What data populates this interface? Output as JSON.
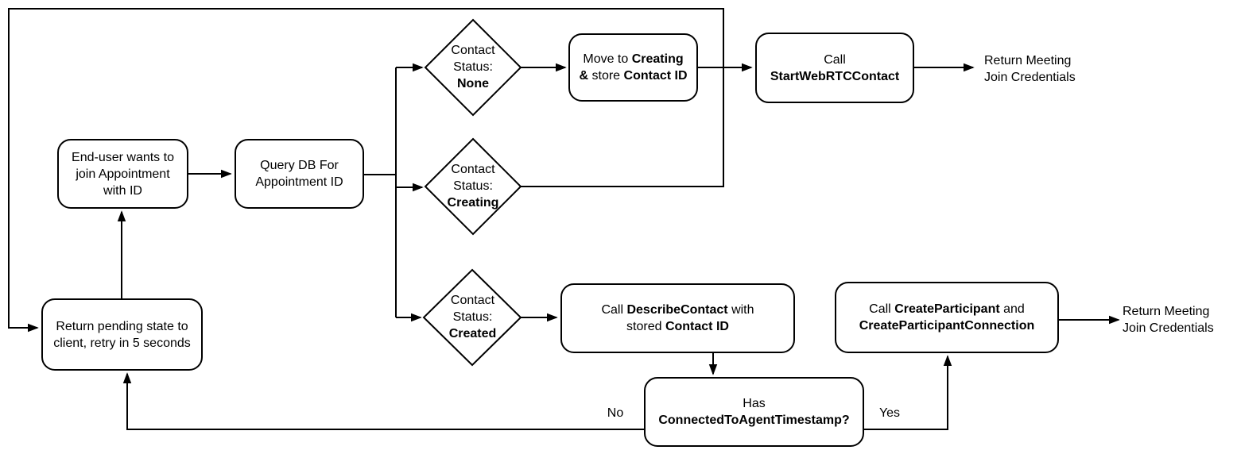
{
  "colors": {
    "background": "#ffffff",
    "stroke": "#000000",
    "node_fill": "#ffffff"
  },
  "nodes": {
    "end_user": {
      "lines": [
        "End-user wants to",
        "join Appointment",
        "with ID"
      ]
    },
    "query_db": {
      "lines": [
        "Query DB For",
        "Appointment ID"
      ]
    },
    "status_none": {
      "l1": "Contact",
      "l2": "Status:",
      "l3": "None"
    },
    "status_creating": {
      "l1": "Contact",
      "l2": "Status:",
      "l3": "Creating"
    },
    "status_created": {
      "l1": "Contact",
      "l2": "Status:",
      "l3": "Created"
    },
    "move_creating": {
      "l1s1": "Move to ",
      "l1s2": "Creating",
      "l2s1": "&",
      "l2s2": " store ",
      "l2s3": "Contact ID"
    },
    "start_webrtc": {
      "l1": "Call",
      "l2": "StartWebRTCContact"
    },
    "describe_contact": {
      "l1s1": "Call ",
      "l1s2": "DescribeContact",
      "l1s3": " with",
      "l2s1": "stored ",
      "l2s2": "Contact ID"
    },
    "create_participant": {
      "l1s1": "Call ",
      "l1s2": "CreateParticipant",
      "l1s3": " and",
      "l2s1": "CreateParticipantConnection"
    },
    "return_pending": {
      "lines": [
        "Return pending state to",
        "client, retry in 5 seconds"
      ]
    },
    "has_timestamp": {
      "l1": "Has",
      "l2": "ConnectedToAgentTimestamp?"
    }
  },
  "labels": {
    "return_credentials_top": {
      "l1": "Return Meeting",
      "l2": "Join Credentials"
    },
    "return_credentials_right": {
      "l1": "Return Meeting",
      "l2": "Join Credentials"
    },
    "no": "No",
    "yes": "Yes"
  }
}
